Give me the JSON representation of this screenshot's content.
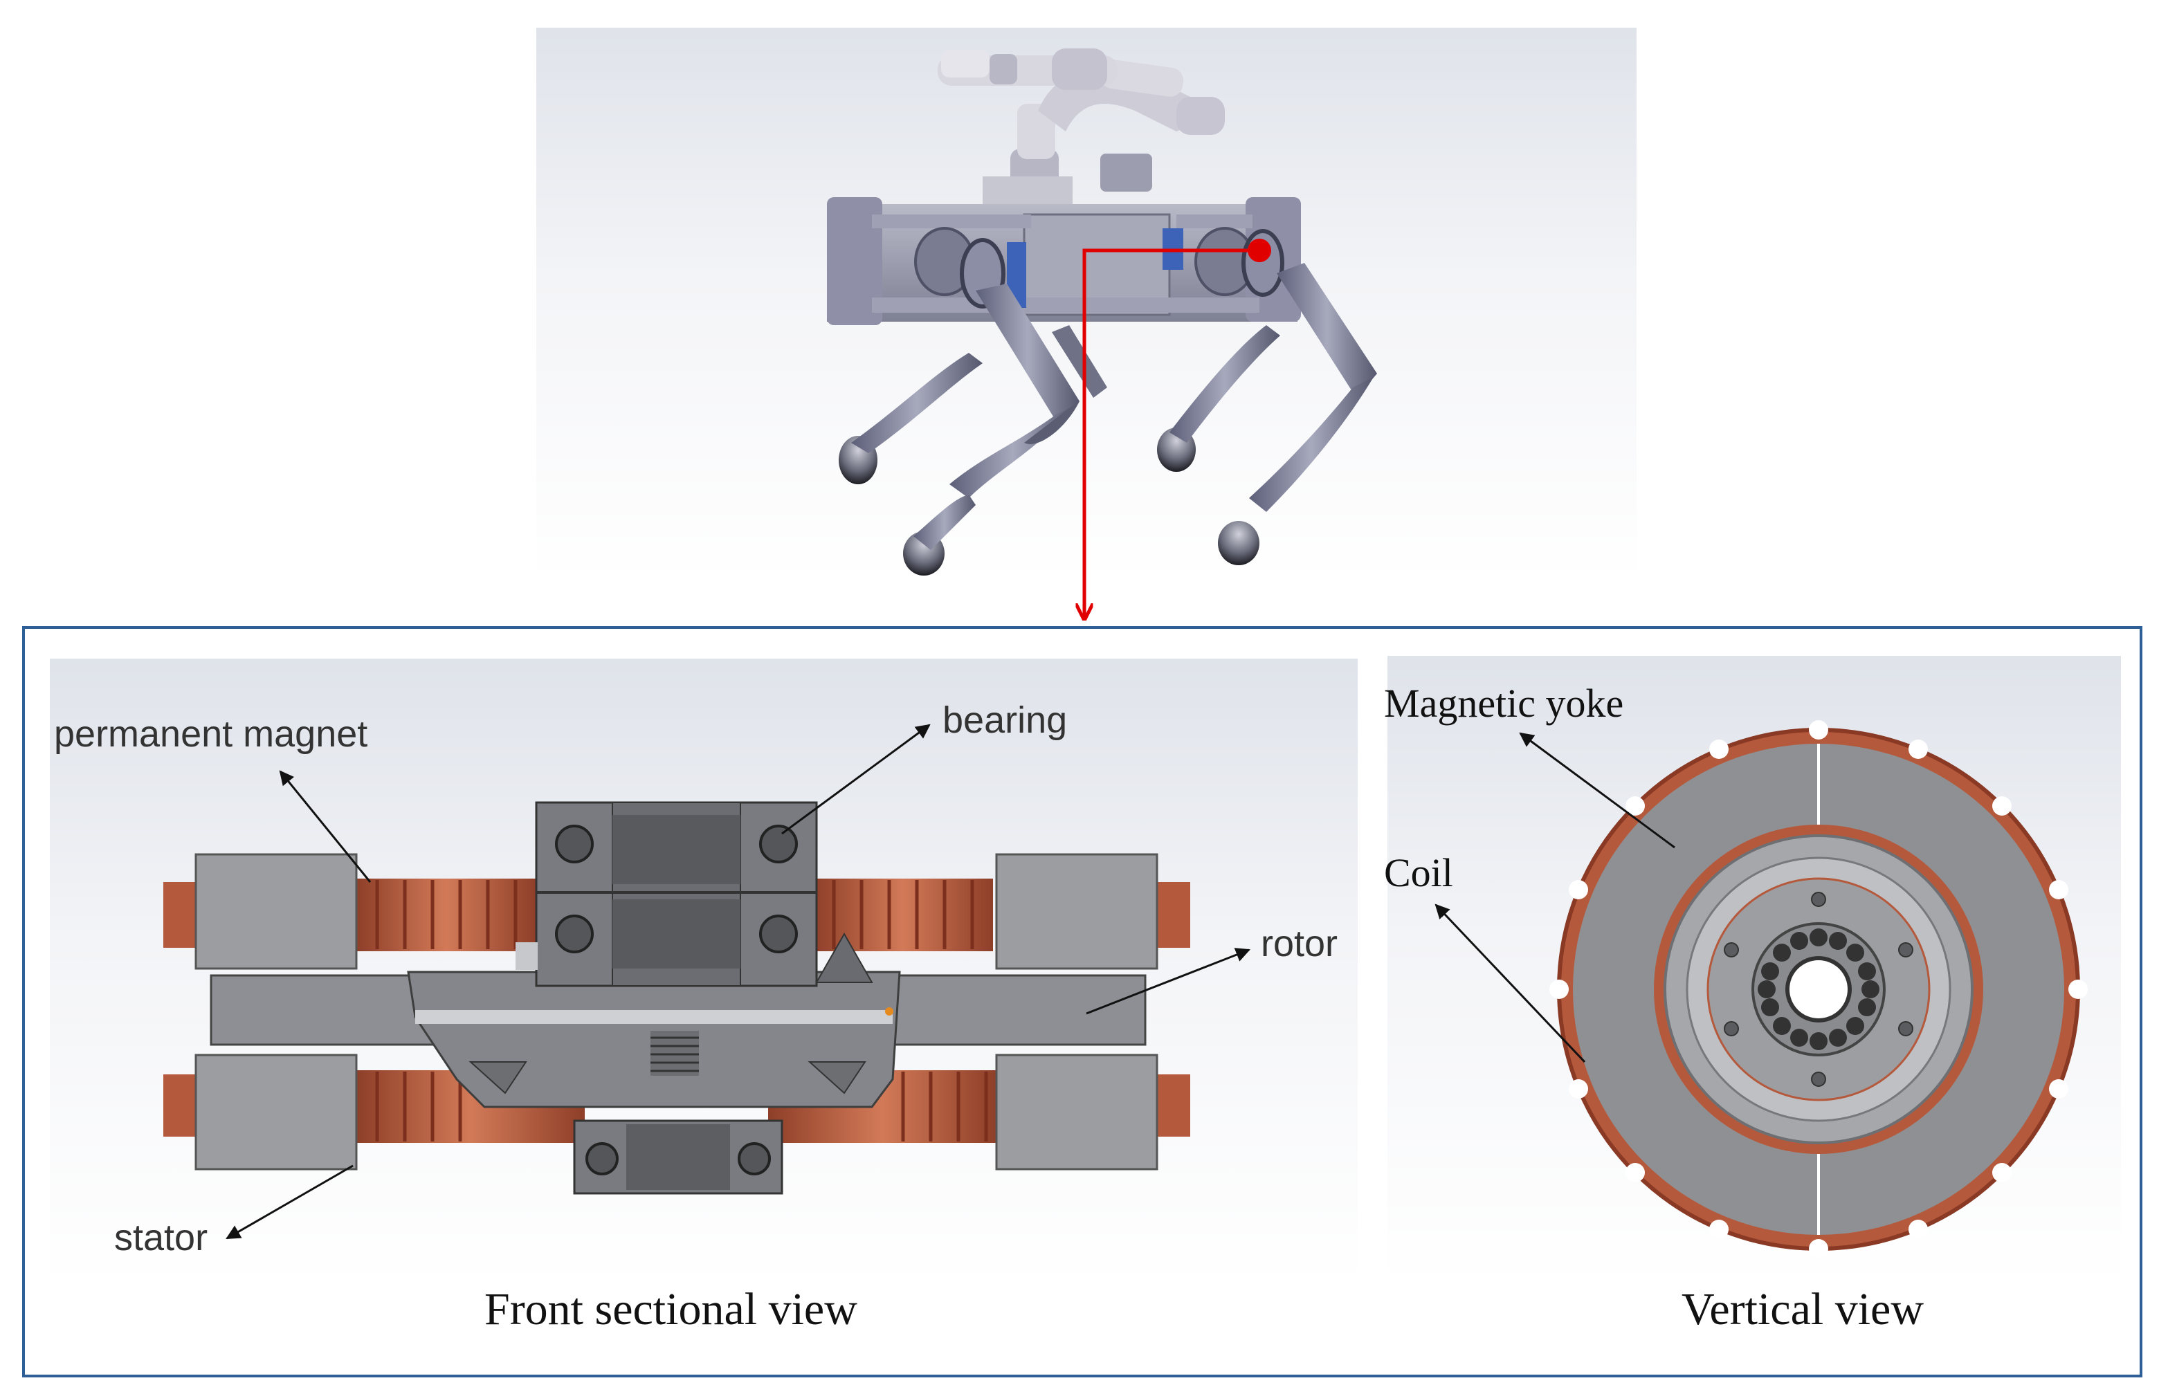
{
  "labels": {
    "permanent_magnet": "permanent magnet",
    "bearing": "bearing",
    "rotor": "rotor",
    "stator": "stator",
    "magnetic_yoke": "Magnetic yoke",
    "coil": "Coil"
  },
  "captions": {
    "front": "Front sectional view",
    "vertical": "Vertical view"
  },
  "colors": {
    "frame_border": "#2f5f97",
    "callout_arrow": "#e00000",
    "copper": "#b5593c",
    "metal_gray": "#8e8f94"
  }
}
